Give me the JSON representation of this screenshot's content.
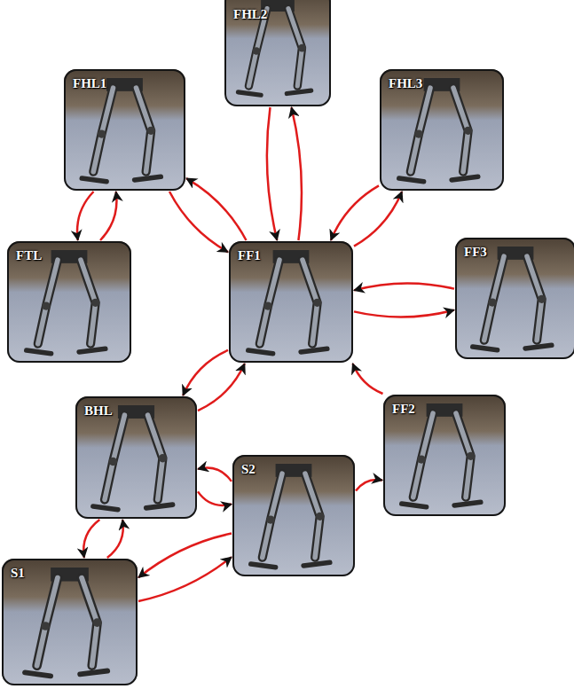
{
  "diagram": {
    "nodes": [
      {
        "text": [
          "FHL2"
        ]
      },
      {
        "text": [
          "FHL1"
        ]
      },
      {
        "text": [
          "FHL3"
        ]
      },
      {
        "text": [
          "FTL"
        ]
      },
      {
        "text": [
          "FF1"
        ]
      },
      {
        "text": [
          "FF3"
        ]
      },
      {
        "text": [
          "BHL"
        ]
      },
      {
        "text": [
          "FF2"
        ]
      },
      {
        "text": [
          "S2"
        ]
      },
      {
        "text": [
          "S1"
        ]
      }
    ],
    "edges": [
      {
        "from": 3,
        "to": 1,
        "arrow": "to"
      },
      {
        "from": 1,
        "to": 3,
        "arrow": "to"
      },
      {
        "from": 4,
        "to": 1,
        "arrow": "to"
      },
      {
        "from": 1,
        "to": 4,
        "arrow": "to"
      },
      {
        "from": 4,
        "to": 0,
        "arrow": "to"
      },
      {
        "from": 0,
        "to": 4,
        "arrow": "to"
      },
      {
        "from": 4,
        "to": 2,
        "arrow": "to"
      },
      {
        "from": 2,
        "to": 4,
        "arrow": "to"
      },
      {
        "from": 4,
        "to": 5,
        "arrow": "to"
      },
      {
        "from": 5,
        "to": 4,
        "arrow": "to"
      },
      {
        "from": 7,
        "to": 4,
        "arrow": "to"
      },
      {
        "from": 4,
        "to": 6,
        "arrow": "to"
      },
      {
        "from": 6,
        "to": 4,
        "arrow": "to"
      },
      {
        "from": 6,
        "to": 8,
        "arrow": "to"
      },
      {
        "from": 8,
        "to": 6,
        "arrow": "to"
      },
      {
        "from": 9,
        "to": 6,
        "arrow": "to"
      },
      {
        "from": 6,
        "to": 9,
        "arrow": "to"
      },
      {
        "from": 9,
        "to": 8,
        "arrow": "to"
      },
      {
        "from": 8,
        "to": 9,
        "arrow": "to"
      },
      {
        "from": 8,
        "to": 7,
        "arrow": "to"
      }
    ]
  }
}
